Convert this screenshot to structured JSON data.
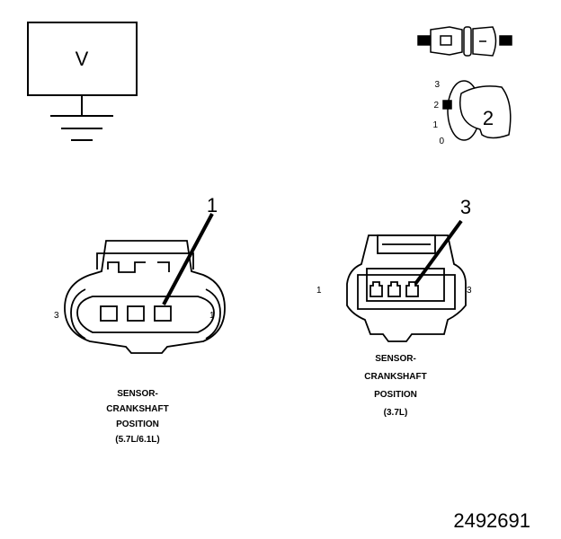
{
  "voltmeter": {
    "label": "V"
  },
  "connector_icon": {
    "callout": "2",
    "positions": [
      "3",
      "2",
      "1",
      "0"
    ]
  },
  "left_connector": {
    "callout": "1",
    "pin_left": "3",
    "pin_right": "1",
    "caption": [
      "SENSOR-",
      "CRANKSHAFT",
      "POSITION",
      "(5.7L/6.1L)"
    ]
  },
  "right_connector": {
    "callout": "3",
    "pin_left": "1",
    "pin_right": "3",
    "caption": [
      "SENSOR-",
      "CRANKSHAFT",
      "POSITION",
      "(3.7L)"
    ]
  },
  "figure_id": "2492691"
}
